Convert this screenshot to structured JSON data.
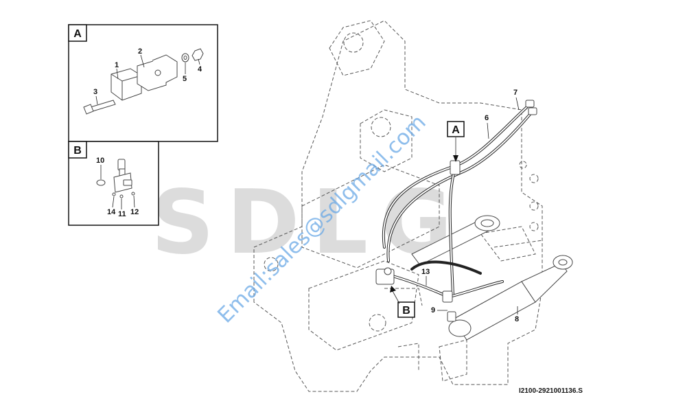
{
  "watermark": {
    "brand": "SDLG",
    "email": "Email:sales@sdlgmail.com",
    "color": "#6aa8e6"
  },
  "drawing_code": "I2100-2921001136.S",
  "detail_boxes": [
    {
      "letter": "A",
      "callouts": [
        "1",
        "2",
        "3",
        "4",
        "5"
      ]
    },
    {
      "letter": "B",
      "callouts": [
        "10",
        "14",
        "11",
        "12"
      ]
    }
  ],
  "view_markers": [
    "A",
    "B"
  ],
  "main_callouts": [
    "7",
    "6",
    "13",
    "9",
    "8"
  ]
}
